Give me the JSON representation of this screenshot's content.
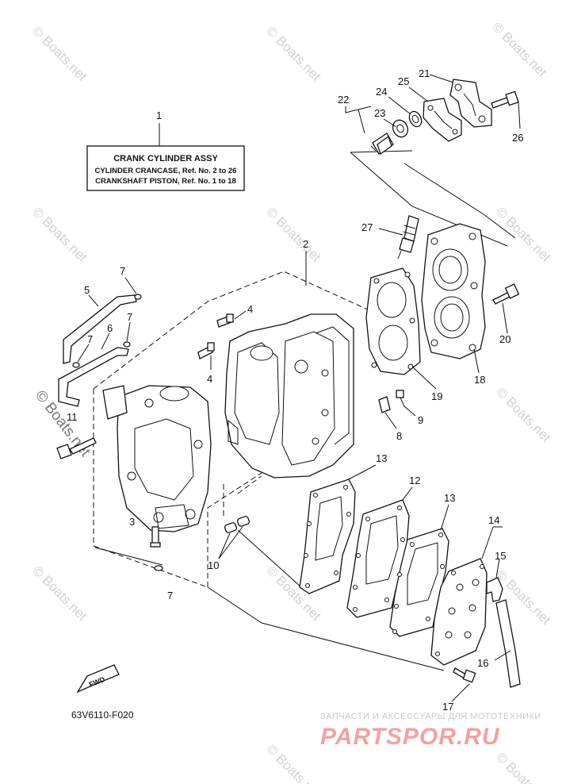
{
  "label_box": {
    "title": "CRANK CYLINDER ASSY",
    "line1": "CYLINDER CRANCASE,  Ref. No. 2 to 26",
    "line2": "CRANKSHAFT PISTON,  Ref. No. 1 to 18"
  },
  "callouts": {
    "c1": "1",
    "c2": "2",
    "c3": "3",
    "c4a": "4",
    "c4b": "4",
    "c5": "5",
    "c6": "6",
    "c7a": "7",
    "c7b": "7",
    "c7c": "7",
    "c7d": "7",
    "c8": "8",
    "c9": "9",
    "c10": "10",
    "c11": "11",
    "c12": "12",
    "c13a": "13",
    "c13b": "13",
    "c14": "14",
    "c15": "15",
    "c16": "16",
    "c17": "17",
    "c18": "18",
    "c19": "19",
    "c20": "20",
    "c21": "21",
    "c22": "22",
    "c23": "23",
    "c24": "24",
    "c25": "25",
    "c26": "26",
    "c27": "27"
  },
  "fwd_label": "FWD",
  "diagram_code": "63V6110-F020",
  "watermark": "© Boats.net",
  "brand": {
    "tagline": "ЗАПЧАСТИ И АКСЕССУАРЫ ДЛЯ МОТОТЕХНИКИ",
    "name": "PARTSPOR.RU",
    "color": "#f2a2a2"
  }
}
